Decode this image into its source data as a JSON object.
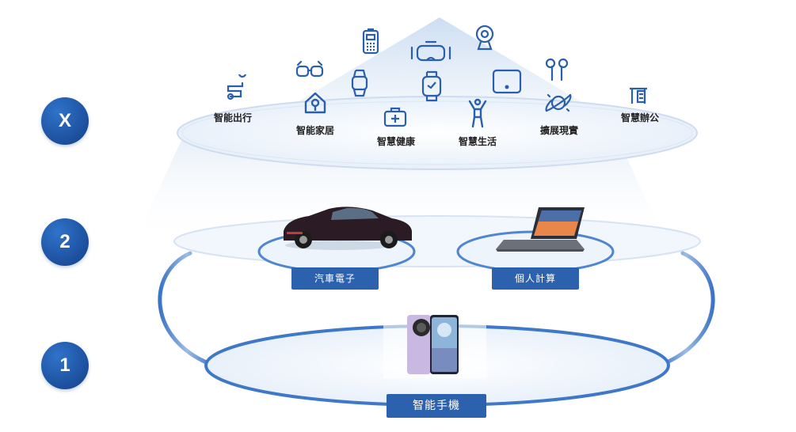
{
  "tiers": {
    "x": "X",
    "two": "2",
    "one": "1"
  },
  "categories": {
    "smart_travel": "智能出行",
    "smart_home": "智能家居",
    "smart_health": "智慧健康",
    "smart_life": "智慧生活",
    "extended_reality": "擴展現實",
    "smart_office": "智慧辦公"
  },
  "devices": {
    "automotive": "汽車電子",
    "pc": "個人計算",
    "smartphone": "智能手機"
  },
  "colors": {
    "primary_blue": "#1c4f9d",
    "tag_blue": "#2c62ad",
    "icon_blue": "#2a5fae"
  },
  "icons": [
    "route-icon",
    "vr-glasses-icon",
    "smart-home-icon",
    "pos-terminal-icon",
    "smartwatch-icon",
    "first-aid-icon",
    "vr-headset-icon",
    "smartband-icon",
    "webcam-icon",
    "fitness-person-icon",
    "tablet-icon",
    "earbuds-icon",
    "planet-icon",
    "office-desk-icon"
  ]
}
